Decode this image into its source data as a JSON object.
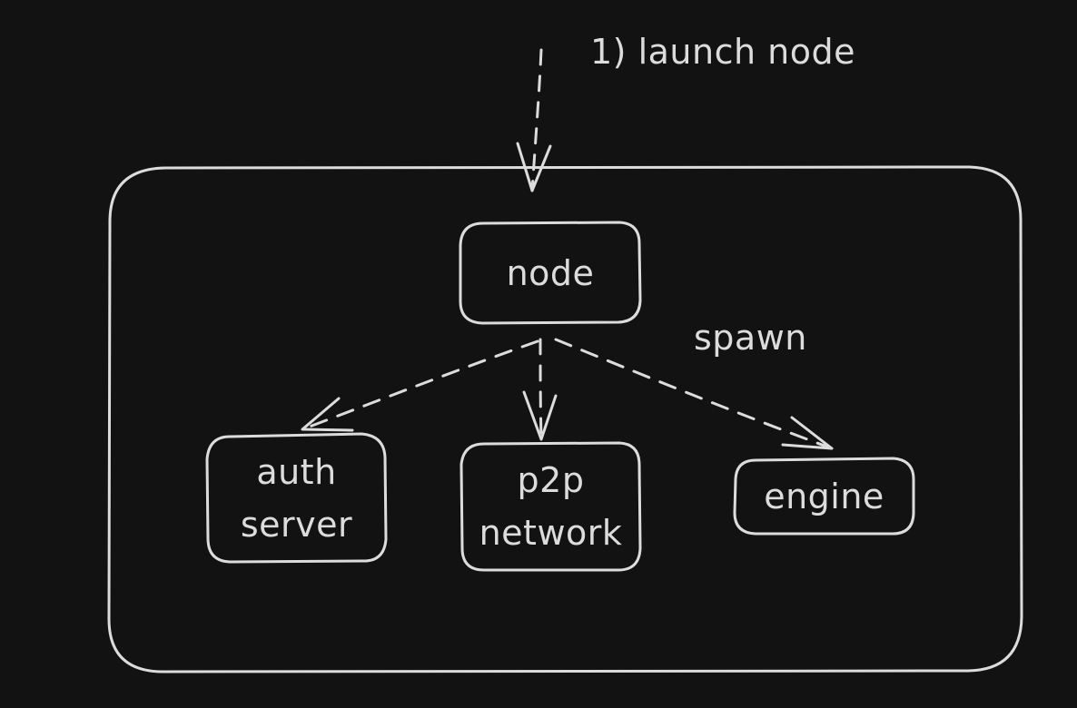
{
  "diagram": {
    "step_label": "1) launch node",
    "spawn_label": "spawn",
    "nodes": {
      "node": {
        "lines": [
          "node"
        ]
      },
      "auth_server": {
        "lines": [
          "auth",
          "server"
        ]
      },
      "p2p_network": {
        "lines": [
          "p2p",
          "network"
        ]
      },
      "engine": {
        "lines": [
          "engine"
        ]
      }
    },
    "colors": {
      "background": "#121212",
      "stroke": "#dcdcdc",
      "text": "#dcdcdc"
    }
  }
}
